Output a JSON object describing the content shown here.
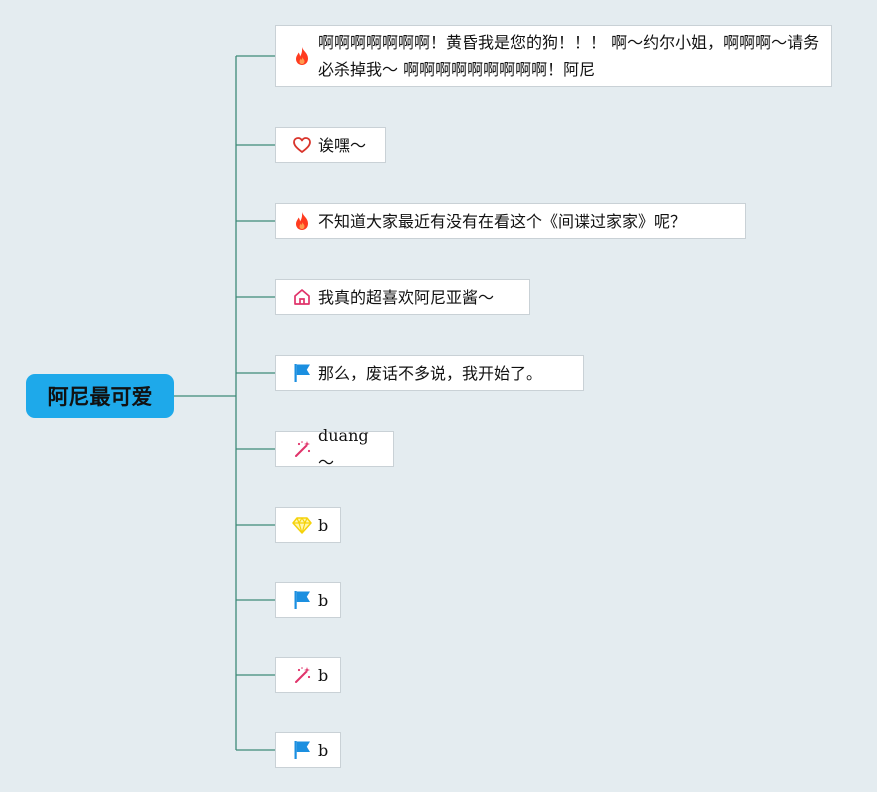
{
  "root": {
    "label": "阿尼最可爱",
    "color": "#1ea9ea"
  },
  "branches": [
    {
      "icon": "fire-icon",
      "label": "啊啊啊啊啊啊啊！黄昏我是您的狗！！！ 啊～约尔小姐，啊啊啊～请务必杀掉我～ 啊啊啊啊啊啊啊啊啊！阿尼"
    },
    {
      "icon": "heart-icon",
      "label": "诶嘿～"
    },
    {
      "icon": "fire-icon",
      "label": "不知道大家最近有没有在看这个《间谍过家家》呢？"
    },
    {
      "icon": "home-icon",
      "label": "我真的超喜欢阿尼亚酱～"
    },
    {
      "icon": "flag-icon",
      "label": "那么，废话不多说，我开始了。"
    },
    {
      "icon": "magic-wand-icon",
      "label": "duang～"
    },
    {
      "icon": "diamond-icon",
      "label": "b"
    },
    {
      "icon": "flag-icon",
      "label": "b"
    },
    {
      "icon": "magic-wand-icon",
      "label": "b"
    },
    {
      "icon": "flag-icon",
      "label": "b"
    }
  ],
  "colors": {
    "background": "#e4ecf0",
    "connector": "#3f8a78",
    "fire": "#ff3b1f",
    "heart": "#d9342b",
    "home": "#e0336a",
    "flag": "#1b8fe0",
    "wand": "#e0336a",
    "diamond": "#f5d20a"
  }
}
